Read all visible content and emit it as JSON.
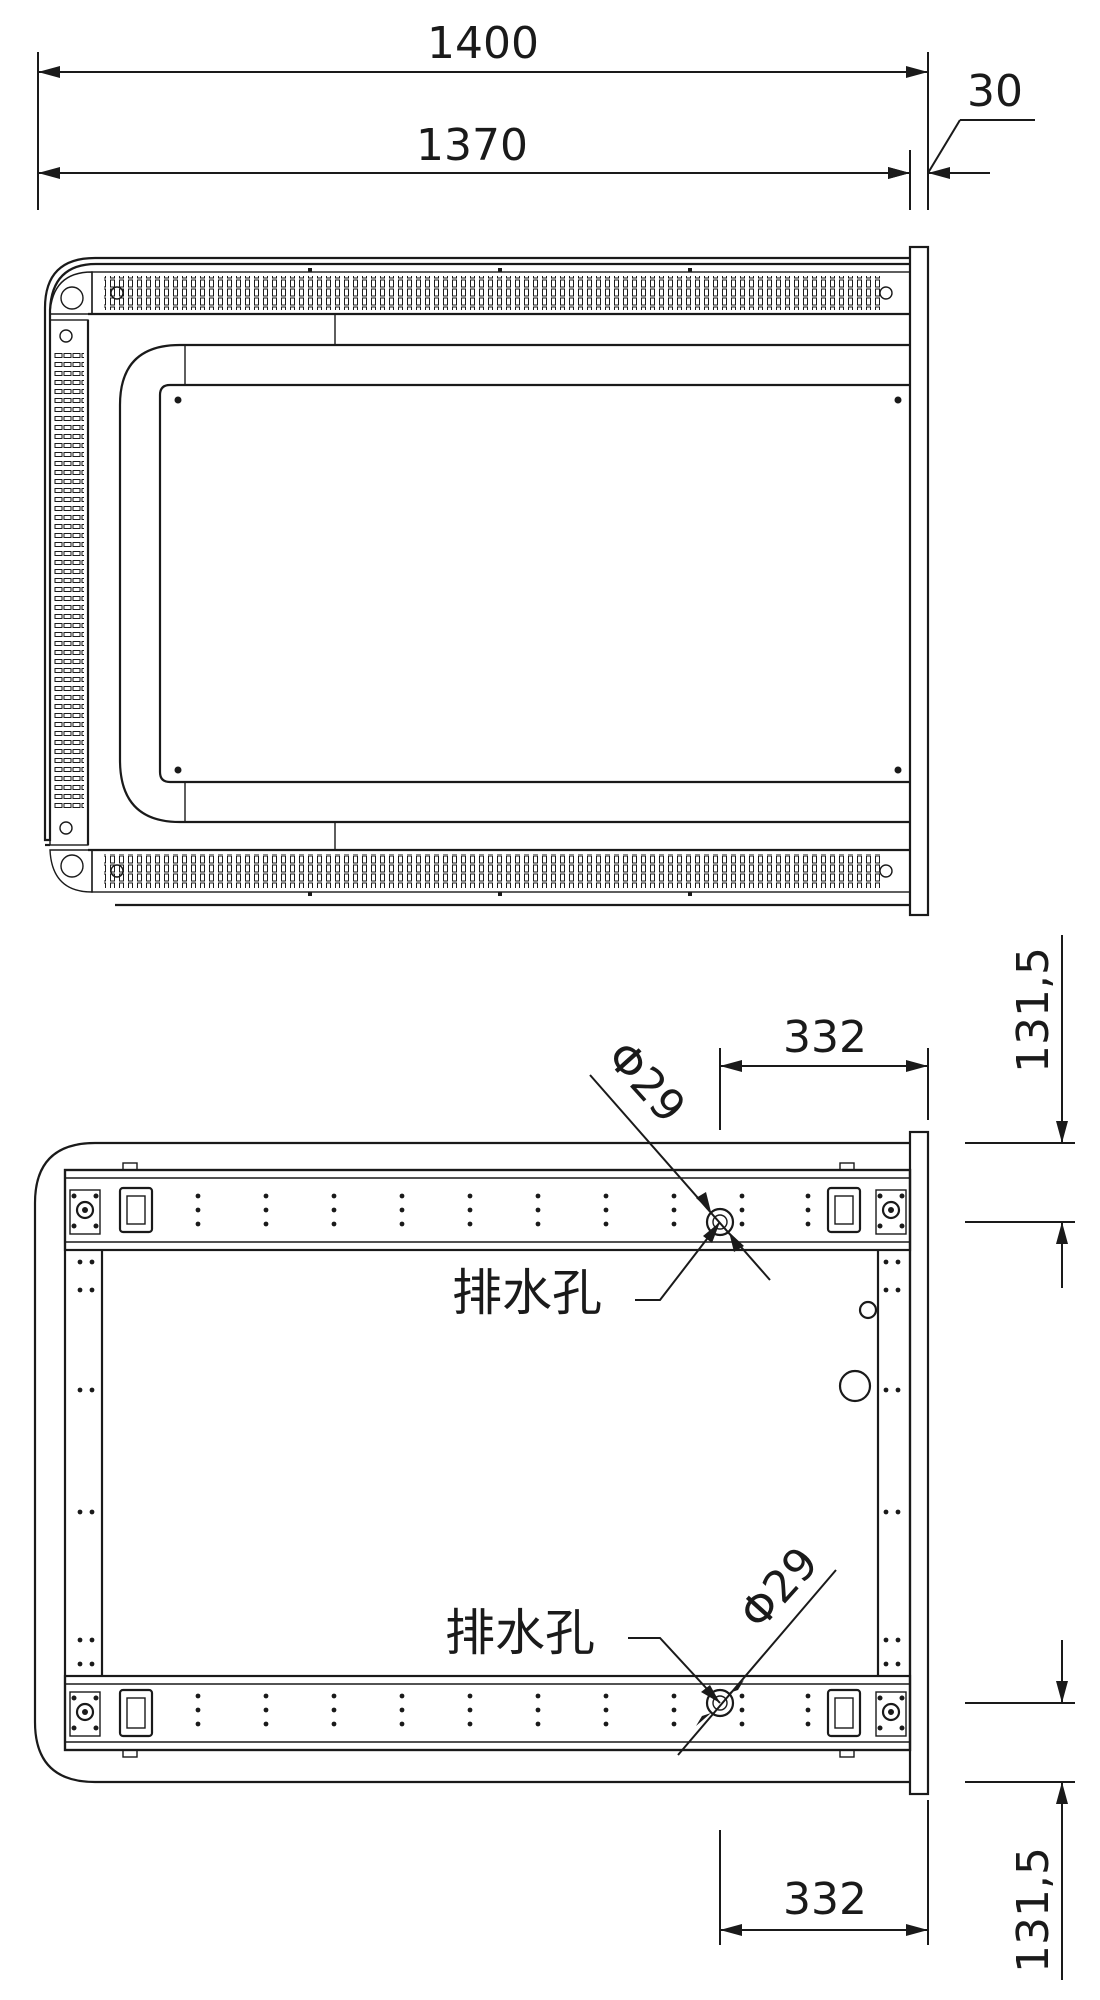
{
  "top_view": {
    "dim_overall": "1400",
    "dim_inner": "1370",
    "dim_edge": "30"
  },
  "bottom_view": {
    "drain_label": "排水孔",
    "hole_dia": "Φ29",
    "dim_offset_x": "332",
    "dim_offset_y": "131,5"
  },
  "colors": {
    "line": "#1a1a1a",
    "background": "#ffffff"
  }
}
